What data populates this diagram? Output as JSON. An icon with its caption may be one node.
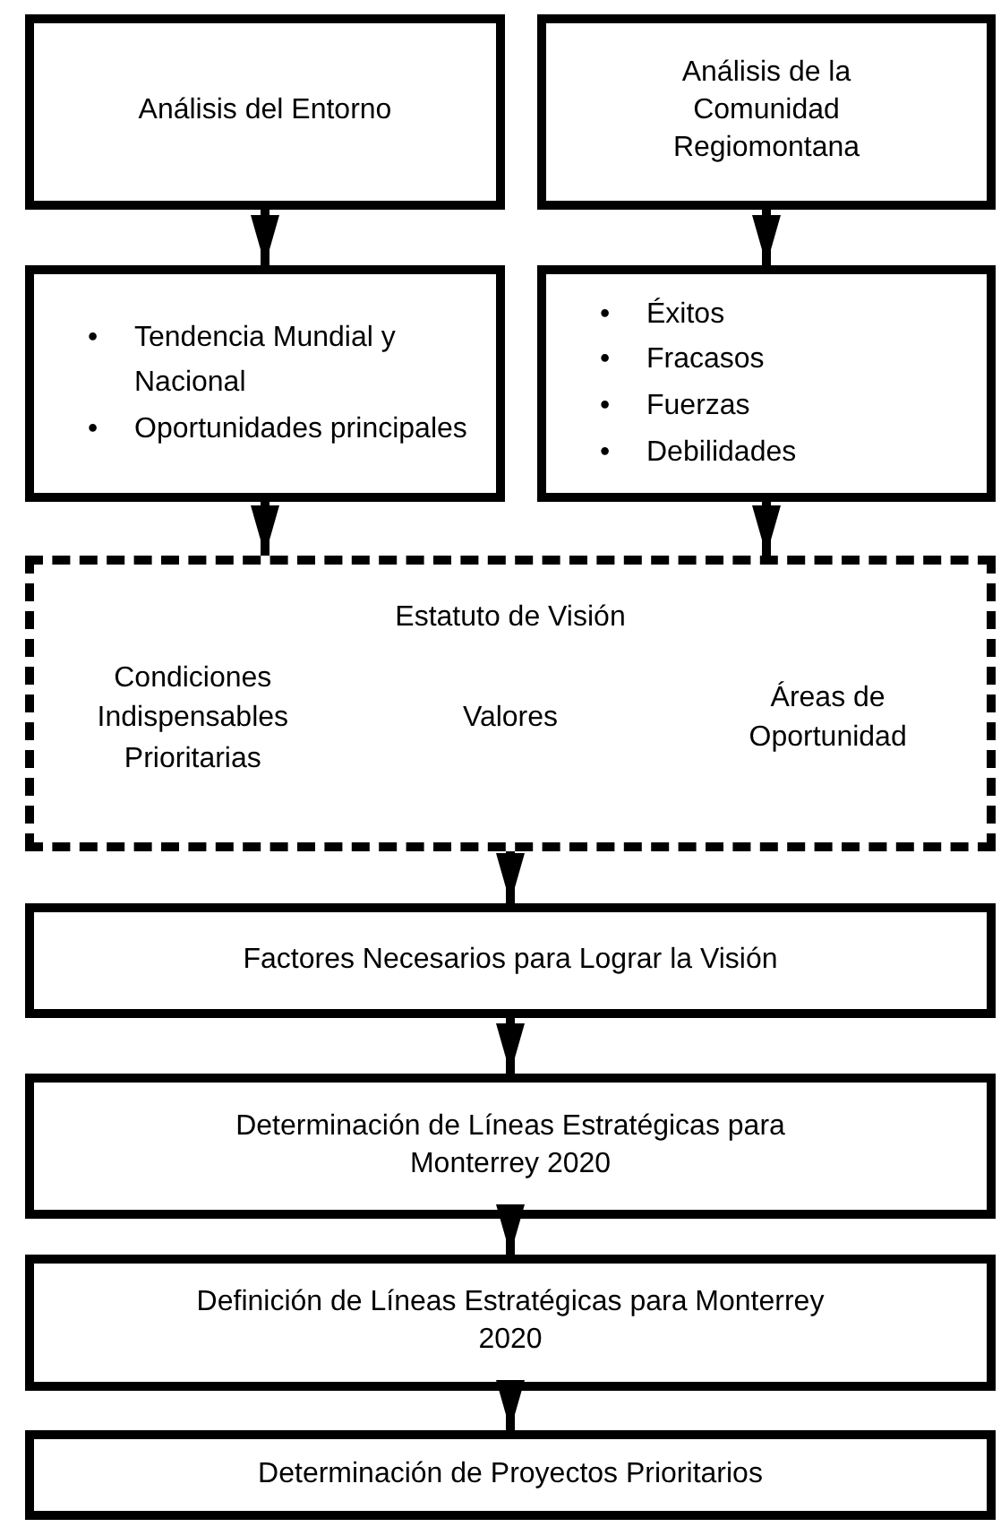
{
  "diagram": {
    "nodes": [
      {
        "text": [
          "Análisis del Entorno"
        ]
      },
      {
        "text": [
          "Análisis de la Comunidad Regiomontana"
        ]
      },
      {
        "text": [
          "•\tTendencia Mundial y Nacional",
          "•\tOportunidades principales"
        ]
      },
      {
        "text": [
          "•\tÉxitos",
          "•\tFracasos",
          "•\tFuerzas",
          "•\tDebilidades"
        ]
      },
      {
        "text": [
          "Estatuto de Visión",
          "Condiciones Indispensables Prioritarias",
          "Valores",
          "Áreas de Oportunidad"
        ]
      },
      {
        "text": [
          "Factores Necesarios para Lograr la Visión"
        ]
      },
      {
        "text": [
          "Determinación de Líneas Estratégicas para Monterrey 2020"
        ]
      },
      {
        "text": [
          "Definición de Líneas Estratégicas para Monterrey 2020"
        ]
      },
      {
        "text": [
          "Determinación de Proyectos Prioritarios"
        ]
      }
    ],
    "edges": [
      {
        "from": 0,
        "to": 2,
        "arrow": "to"
      },
      {
        "from": 1,
        "to": 3,
        "arrow": "to"
      },
      {
        "from": 2,
        "to": 4,
        "arrow": "to"
      },
      {
        "from": 3,
        "to": 4,
        "arrow": "to"
      },
      {
        "from": 4,
        "to": 5,
        "arrow": "to"
      },
      {
        "from": 5,
        "to": 6,
        "arrow": "to"
      },
      {
        "from": 6,
        "to": 7,
        "arrow": "to"
      },
      {
        "from": 7,
        "to": 8,
        "arrow": "to"
      }
    ]
  }
}
